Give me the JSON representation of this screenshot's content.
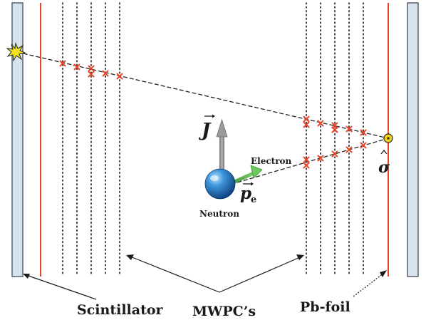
{
  "labels": {
    "scintillator": "Scintillator",
    "mwpc": "MWPC’s",
    "pb_foil": "Pb-foil",
    "electron": "Electron",
    "neutron": "Neutron",
    "spin_symbol": "J",
    "momentum_symbol": "p",
    "momentum_subscript": "e",
    "polarization_symbol": "σ"
  },
  "colors": {
    "scintillator_fill": "#d6e3ec",
    "scintillator_edge": "#556070",
    "pb_foil": "#e8452a",
    "wire_dots": "#1a1a1a",
    "hit_marker": "#e8452a",
    "track": "#222222",
    "spin_arrow": "#8a8a8a",
    "momentum_arrow": "#55b84a",
    "neutron": "#1f76c2",
    "flash": "#f4e21a",
    "vertex": "#f4d21a"
  },
  "icons": {
    "flash": "scintillation-flash-icon",
    "neutron": "neutron-sphere-icon",
    "vertex": "scattering-vertex-icon"
  }
}
